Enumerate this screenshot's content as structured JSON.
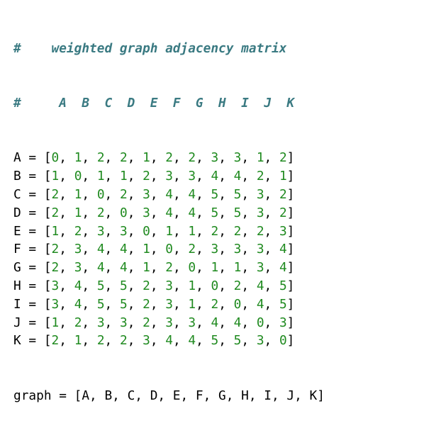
{
  "colors": {
    "comment": "#3a7a82",
    "number": "#1f8a1f",
    "text": "#000000",
    "background": "#ffffff"
  },
  "comments": [
    "#    weighted graph adjacency matrix",
    "#     A  B  C  D  E  F  G  H  I  J  K"
  ],
  "rows": [
    {
      "name": "A",
      "values": [
        0,
        1,
        2,
        2,
        1,
        2,
        2,
        3,
        3,
        1,
        2
      ]
    },
    {
      "name": "B",
      "values": [
        1,
        0,
        1,
        1,
        2,
        3,
        3,
        4,
        4,
        2,
        1
      ]
    },
    {
      "name": "C",
      "values": [
        2,
        1,
        0,
        2,
        3,
        4,
        4,
        5,
        5,
        3,
        2
      ]
    },
    {
      "name": "D",
      "values": [
        2,
        1,
        2,
        0,
        3,
        4,
        4,
        5,
        5,
        3,
        2
      ]
    },
    {
      "name": "E",
      "values": [
        1,
        2,
        3,
        3,
        0,
        1,
        1,
        2,
        2,
        2,
        3
      ]
    },
    {
      "name": "F",
      "values": [
        2,
        3,
        4,
        4,
        1,
        0,
        2,
        3,
        3,
        3,
        4
      ]
    },
    {
      "name": "G",
      "values": [
        2,
        3,
        4,
        4,
        1,
        2,
        0,
        1,
        1,
        3,
        4
      ]
    },
    {
      "name": "H",
      "values": [
        3,
        4,
        5,
        5,
        2,
        3,
        1,
        0,
        2,
        4,
        5
      ]
    },
    {
      "name": "I",
      "values": [
        3,
        4,
        5,
        5,
        2,
        3,
        1,
        2,
        0,
        4,
        5
      ]
    },
    {
      "name": "J",
      "values": [
        1,
        2,
        3,
        3,
        2,
        3,
        3,
        4,
        4,
        0,
        3
      ]
    },
    {
      "name": "K",
      "values": [
        2,
        1,
        2,
        2,
        3,
        4,
        4,
        5,
        5,
        3,
        0
      ]
    }
  ],
  "graph_line": "graph = [A, B, C, D, E, F, G, H, I, J, K]"
}
